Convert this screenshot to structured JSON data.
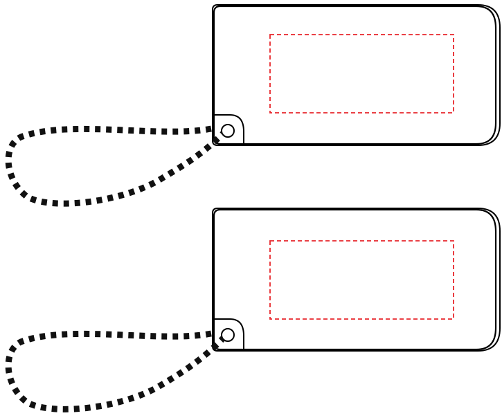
{
  "colors": {
    "background": "#ffffff",
    "outline": "#000000",
    "strap": "#111111",
    "imprint_guide": "#e8262b"
  },
  "tags": [
    {
      "name": "tag-top",
      "shape": "rounded-rectangle-tag",
      "has_keyring_hole": true,
      "strap_style": "dashed-loop",
      "imprint_area": "dashed-rectangle"
    },
    {
      "name": "tag-bottom",
      "shape": "rounded-rectangle-tag",
      "has_keyring_hole": true,
      "strap_style": "dashed-loop",
      "imprint_area": "dashed-rectangle"
    }
  ]
}
